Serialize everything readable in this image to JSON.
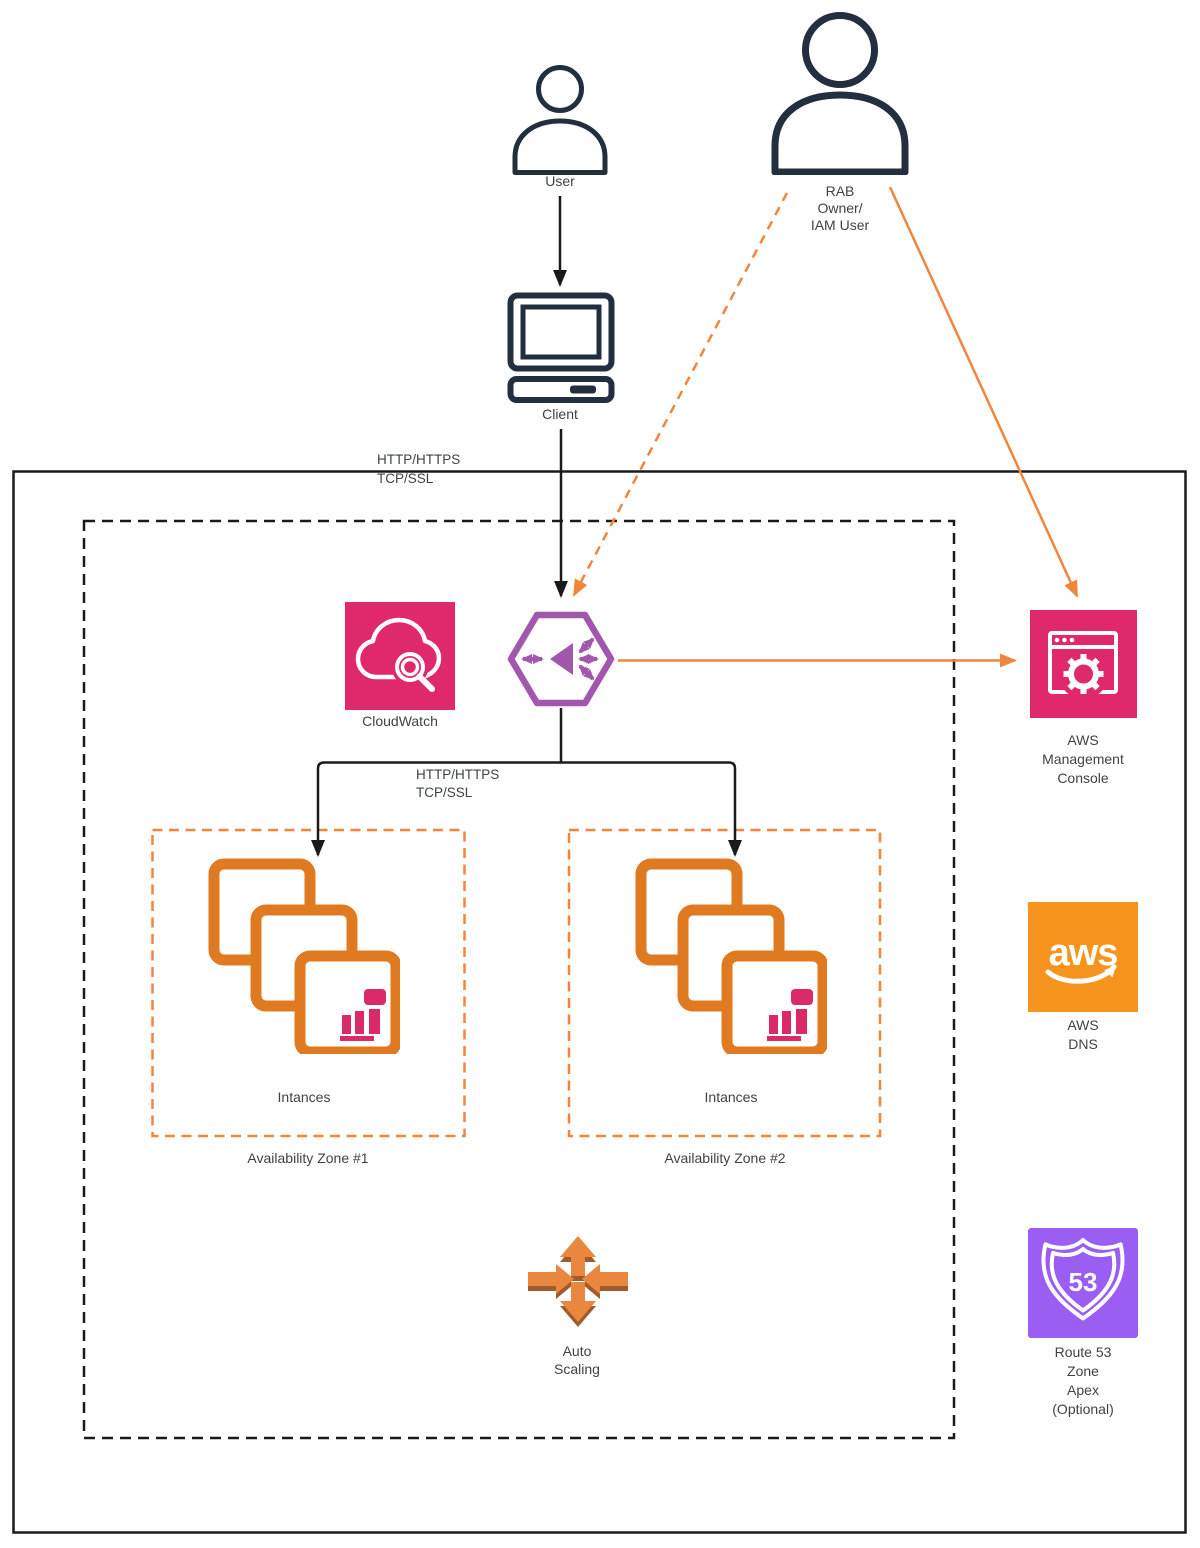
{
  "colors": {
    "navy": "#232F3E",
    "line_black": "#1A1A1A",
    "orange": "#F0853C",
    "orange_dark": "#A05B2C",
    "auto_scaling_orange": "#E8873D",
    "instance_orange": "#E07A21",
    "aws_orange": "#F7941D",
    "pink": "#E0286D",
    "bar_pink": "#DB2A67",
    "lb_purple": "#A158AC",
    "route53_purple": "#9B5EF2",
    "text": "#3E4347"
  },
  "icons": {
    "user": "person-icon",
    "rab_owner": "person-icon",
    "client": "computer-icon",
    "cloudwatch": "cloud-magnifier-icon",
    "load_balancer": "hexagon-load-balancer-icon",
    "aws_console": "browser-gear-icon",
    "instances": "stacked-instances-icon",
    "auto_scaling": "four-arrows-icon",
    "aws_dns": "aws-logo-icon",
    "route53": "route-53-shield-icon"
  },
  "nodes": {
    "user": {
      "label": "User"
    },
    "client": {
      "label": "Client"
    },
    "rab_owner": {
      "lines": [
        "RAB",
        "Owner/",
        "IAM User"
      ]
    },
    "cloudwatch": {
      "label": "CloudWatch"
    },
    "aws_console": {
      "lines": [
        "AWS",
        "Management",
        "Console"
      ]
    },
    "zone1": {
      "instances_label": "Intances",
      "label": "Availability Zone #1"
    },
    "zone2": {
      "instances_label": "Intances",
      "label": "Availability Zone #2"
    },
    "auto_scaling": {
      "lines": [
        "Auto",
        "Scaling"
      ]
    },
    "aws_dns": {
      "logo_text": "aws",
      "lines": [
        "AWS",
        "DNS"
      ]
    },
    "route53": {
      "shield_text": "53",
      "lines": [
        "Route 53",
        "Zone",
        "Apex",
        "(Optional)"
      ]
    }
  },
  "edges": {
    "client_protocol": [
      "HTTP/HTTPS",
      "TCP/SSL"
    ],
    "lb_protocol": [
      "HTTP/HTTPS",
      "TCP/SSL"
    ]
  }
}
